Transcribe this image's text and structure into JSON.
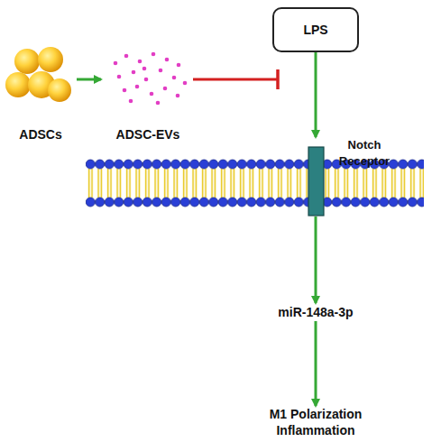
{
  "diagram": {
    "nodes": [
      {
        "text": [
          "ADSCs"
        ]
      },
      {
        "text": [
          "ADSC-EVs"
        ]
      },
      {
        "text": [
          "LPS"
        ]
      },
      {
        "text": [
          "Notch Receptor"
        ]
      },
      {
        "text": [
          "miR-148a-3p"
        ]
      },
      {
        "text": [
          "M1 Polarization Inflammation"
        ]
      }
    ],
    "edges": [
      {
        "from": 0,
        "to": 1,
        "arrow": "to"
      },
      {
        "from": 2,
        "to": 3,
        "arrow": "to"
      },
      {
        "from": 3,
        "to": 4,
        "arrow": "to"
      },
      {
        "from": 4,
        "to": 5,
        "arrow": "to"
      }
    ]
  }
}
